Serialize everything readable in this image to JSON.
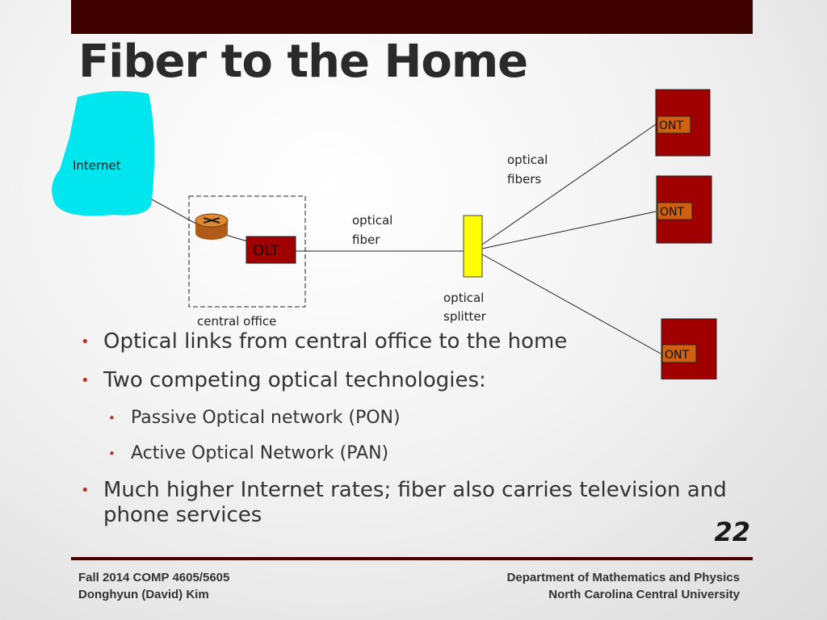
{
  "slide": {
    "title": "Fiber to the Home",
    "page_number": "22",
    "colors": {
      "top_bar": "#3f0000",
      "bullet": "#c0301f",
      "ont_fill": "#a00000",
      "ont_label_fill": "#d06010",
      "splitter": "#ffff00",
      "internet_cloud": "#00e5ee"
    }
  },
  "diagram": {
    "internet_label": "Internet",
    "olt_label": "OLT",
    "central_office_label": "central office",
    "optical_fiber_label": [
      "optical",
      "fiber"
    ],
    "optical_fibers_label": [
      "optical",
      "fibers"
    ],
    "optical_splitter_label": [
      "optical",
      "splitter"
    ],
    "ont_labels": [
      "ONT",
      "ONT",
      "ONT"
    ],
    "icons": [
      "cloud-icon",
      "router-icon"
    ]
  },
  "bullets": [
    {
      "level": 1,
      "text": "Optical links from central office to the home"
    },
    {
      "level": 1,
      "text": "Two competing optical technologies:"
    },
    {
      "level": 2,
      "text": "Passive Optical network (PON)"
    },
    {
      "level": 2,
      "text": "Active Optical Network (PAN)"
    },
    {
      "level": 1,
      "text": "Much higher Internet rates; fiber also carries television and phone services"
    }
  ],
  "footer": {
    "left": [
      "Fall 2014 COMP 4605/5605",
      "Donghyun (David) Kim"
    ],
    "right": [
      "Department of Mathematics and Physics",
      "North Carolina Central University"
    ]
  }
}
